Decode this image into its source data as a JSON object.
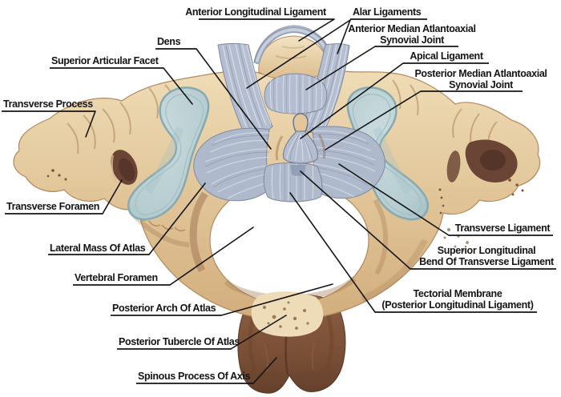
{
  "figure": {
    "background_color": "#ffffff",
    "line_color": "#141414",
    "bone_color": "#e3c89c",
    "bone_shadow_color": "#a57c57",
    "dark_bone_color": "#7a5138",
    "facet_color": "#b9cfd3",
    "ligament_color": "#b4bed0",
    "text_color": "#141414"
  },
  "labels": [
    {
      "id": "anterior-longitudinal-ligament",
      "lines": [
        "Anterior Longitudinal Ligament"
      ]
    },
    {
      "id": "alar-ligaments",
      "lines": [
        "Alar Ligaments"
      ]
    },
    {
      "id": "anterior-median-atlantoaxial-synovial-joint",
      "lines": [
        "Anterior Median Atlantoaxial",
        "Synovial Joint"
      ]
    },
    {
      "id": "dens",
      "lines": [
        "Dens"
      ]
    },
    {
      "id": "superior-articular-facet",
      "lines": [
        "Superior Articular Facet"
      ]
    },
    {
      "id": "apical-ligament",
      "lines": [
        "Apical Ligament"
      ]
    },
    {
      "id": "posterior-median-atlantoaxial-synovial-joint",
      "lines": [
        "Posterior Median Atlantoaxial",
        "Synovial Joint"
      ]
    },
    {
      "id": "transverse-process",
      "lines": [
        "Transverse Process"
      ]
    },
    {
      "id": "transverse-foramen",
      "lines": [
        "Transverse Foramen"
      ]
    },
    {
      "id": "transverse-ligament",
      "lines": [
        "Transverse Ligament"
      ]
    },
    {
      "id": "lateral-mass-of-atlas",
      "lines": [
        "Lateral Mass Of Atlas"
      ]
    },
    {
      "id": "superior-longitudinal-bend",
      "lines": [
        "Superior Longitudinal",
        "Bend Of Transverse Ligament"
      ]
    },
    {
      "id": "vertebral-foramen",
      "lines": [
        "Vertebral Foramen"
      ]
    },
    {
      "id": "tectorial-membrane",
      "lines": [
        "Tectorial Membrane",
        "(Posterior Longitudinal Ligament)"
      ]
    },
    {
      "id": "posterior-arch-of-atlas",
      "lines": [
        "Posterior Arch Of Atlas"
      ]
    },
    {
      "id": "posterior-tubercle-of-atlas",
      "lines": [
        "Posterior Tubercle Of Atlas"
      ]
    },
    {
      "id": "spinous-process-of-axis",
      "lines": [
        "Spinous Process Of Axis"
      ]
    }
  ]
}
